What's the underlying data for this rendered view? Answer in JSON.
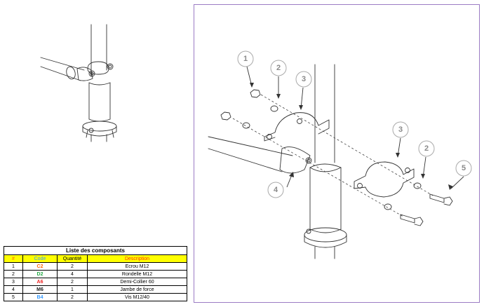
{
  "parts_table": {
    "title": "Liste des composants",
    "headers": {
      "num": "#",
      "code": "Code",
      "qty": "Quantité",
      "desc": "Description"
    },
    "rows": [
      {
        "num": "1",
        "code": "C2",
        "code_color": "#ff6600",
        "qty": "2",
        "desc": "Ecrou M12"
      },
      {
        "num": "2",
        "code": "D2",
        "code_color": "#22aa44",
        "qty": "4",
        "desc": "Rondelle M12"
      },
      {
        "num": "3",
        "code": "A6",
        "code_color": "#ee2222",
        "qty": "2",
        "desc": "Demi-Collier 60"
      },
      {
        "num": "4",
        "code": "M6",
        "code_color": "#222222",
        "qty": "1",
        "desc": "Jambe de force"
      },
      {
        "num": "5",
        "code": "B4",
        "code_color": "#3399ff",
        "qty": "2",
        "desc": "Vis M12/40"
      }
    ]
  },
  "callouts": [
    "1",
    "2",
    "3",
    "3",
    "2",
    "5",
    "4"
  ],
  "colors": {
    "frame": "#9b7bc4",
    "header_fill": "#ffff00",
    "line": "#333333",
    "callout": "#8a8a8a"
  }
}
